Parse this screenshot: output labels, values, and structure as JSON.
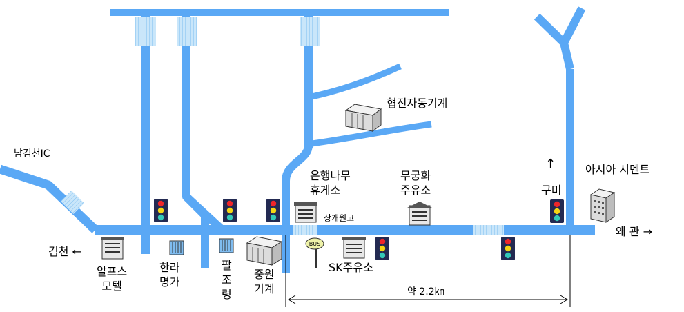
{
  "labels": {
    "namgimcheon_ic": "남김천IC",
    "gimcheon": "김천",
    "alps_motel": "알프스\n모텔",
    "halla_myeongga": "한라\n명가",
    "paljoryeong": "팔\n조\n령",
    "jungwon_gigye": "중원\n기계",
    "sk_station": "SK주유소",
    "eunhaengnamu_rest": "은행나무\n휴게소",
    "sanggae_bridge": "상개원교",
    "hyeopjin_motors": "협진자동기계",
    "mugunghwa_station": "무궁화\n주유소",
    "gumi": "구미",
    "asia_cement": "아시아 시멘트",
    "waegwan": "왜 관",
    "distance": "약 2.2㎞",
    "bus_sign": "BUS"
  },
  "arrows": {
    "left": "←",
    "right": "→",
    "up": "↑"
  },
  "colors": {
    "road": "#5aa8f5",
    "bridge": "#a9d6f7",
    "signal_body": "#232a52",
    "signal_red": "#f0262a",
    "signal_yellow": "#f5d613",
    "signal_green": "#33c9b8",
    "building": "#d9d9d9"
  }
}
